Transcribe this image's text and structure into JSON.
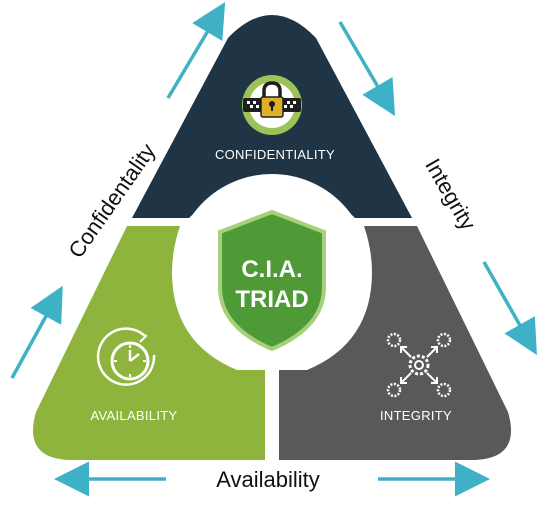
{
  "diagram": {
    "segments": {
      "top": {
        "label": "CONFIDENTIALITY",
        "icon": "padlock-icon"
      },
      "left": {
        "label": "AVAILABILITY",
        "icon": "clock-icon"
      },
      "right": {
        "label": "INTEGRITY",
        "icon": "gears-icon"
      }
    },
    "center": {
      "line1": "C.I.A.",
      "line2": "TRIAD"
    },
    "side_labels": {
      "left": "Confidentality",
      "right": "Integrity",
      "bottom": "Availability"
    }
  },
  "colors": {
    "top_segment": "#1f3445",
    "left_segment": "#8fb43d",
    "right_segment": "#595959",
    "shield": "#4d9a36",
    "shield_border": "#a6d07a",
    "arrow": "#3fb1c7",
    "lock_ring": "#9cc25a"
  }
}
